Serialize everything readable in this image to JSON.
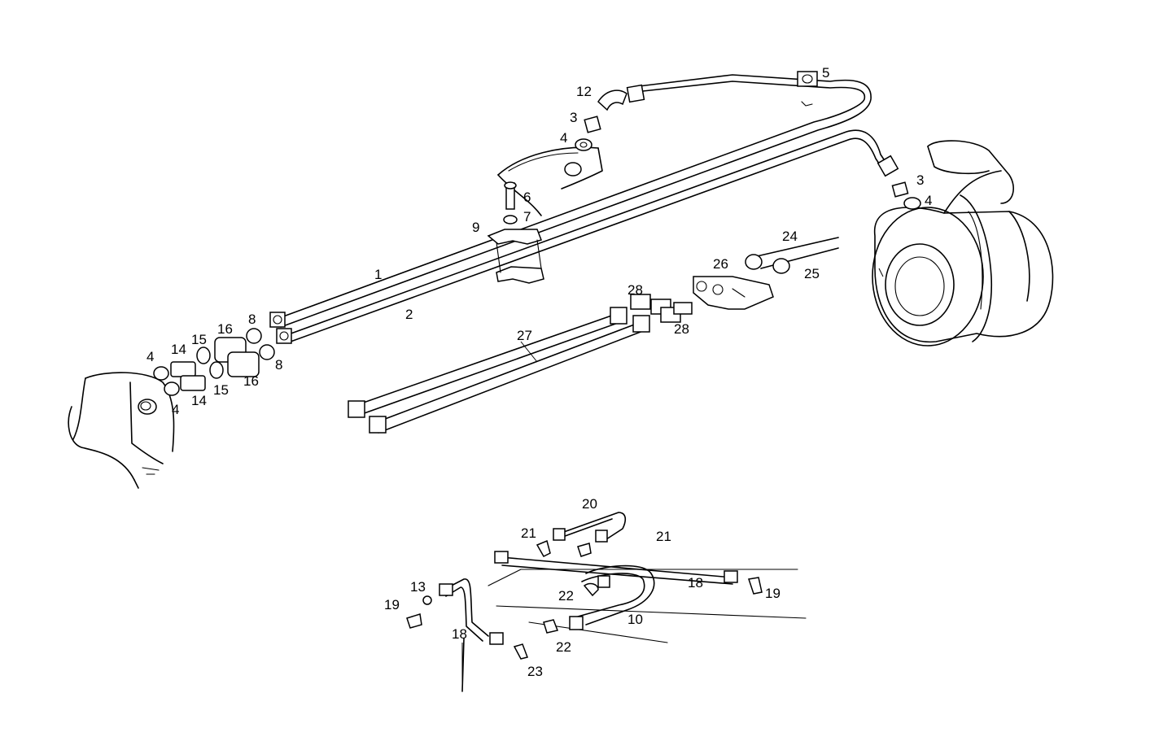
{
  "callouts": [
    {
      "id": "c1",
      "label": "1"
    },
    {
      "id": "c2",
      "label": "2"
    },
    {
      "id": "c3a",
      "label": "3"
    },
    {
      "id": "c3b",
      "label": "3"
    },
    {
      "id": "c4a",
      "label": "4"
    },
    {
      "id": "c4b",
      "label": "4"
    },
    {
      "id": "c4c",
      "label": "4"
    },
    {
      "id": "c4d",
      "label": "4"
    },
    {
      "id": "c5",
      "label": "5"
    },
    {
      "id": "c6",
      "label": "6"
    },
    {
      "id": "c7",
      "label": "7"
    },
    {
      "id": "c8a",
      "label": "8"
    },
    {
      "id": "c8b",
      "label": "8"
    },
    {
      "id": "c9",
      "label": "9"
    },
    {
      "id": "c10",
      "label": "10"
    },
    {
      "id": "c12",
      "label": "12"
    },
    {
      "id": "c13",
      "label": "13"
    },
    {
      "id": "c14a",
      "label": "14"
    },
    {
      "id": "c14b",
      "label": "14"
    },
    {
      "id": "c15a",
      "label": "15"
    },
    {
      "id": "c15b",
      "label": "15"
    },
    {
      "id": "c16a",
      "label": "16"
    },
    {
      "id": "c16b",
      "label": "16"
    },
    {
      "id": "c18a",
      "label": "18"
    },
    {
      "id": "c18b",
      "label": "18"
    },
    {
      "id": "c19a",
      "label": "19"
    },
    {
      "id": "c19b",
      "label": "19"
    },
    {
      "id": "c20",
      "label": "20"
    },
    {
      "id": "c21a",
      "label": "21"
    },
    {
      "id": "c21b",
      "label": "21"
    },
    {
      "id": "c22a",
      "label": "22"
    },
    {
      "id": "c22b",
      "label": "22"
    },
    {
      "id": "c23",
      "label": "23"
    },
    {
      "id": "c24",
      "label": "24"
    },
    {
      "id": "c25",
      "label": "25"
    },
    {
      "id": "c26",
      "label": "26"
    },
    {
      "id": "c27",
      "label": "27"
    },
    {
      "id": "c28a",
      "label": "28"
    },
    {
      "id": "c28b",
      "label": "28"
    }
  ]
}
